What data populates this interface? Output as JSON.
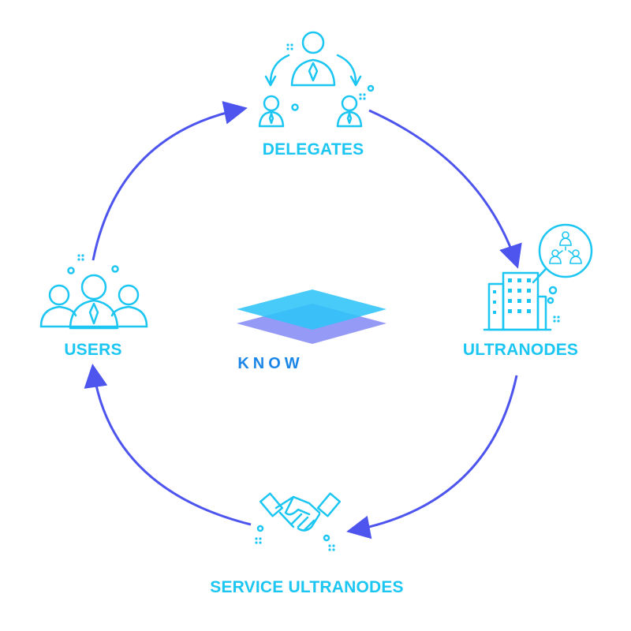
{
  "nodes": {
    "delegates": {
      "label": "DELEGATES",
      "icon": "delegation-icon"
    },
    "ultranodes": {
      "label": "ULTRANODES",
      "icon": "building-network-icon"
    },
    "service_ultranodes": {
      "label": "SERVICE ULTRANODES",
      "icon": "handshake-icon"
    },
    "users": {
      "label": "USERS",
      "icon": "users-group-icon"
    }
  },
  "center": {
    "brand": "KNOW",
    "icon": "know-layers-logo-icon"
  },
  "flow": [
    "delegates",
    "ultranodes",
    "service_ultranodes",
    "users"
  ],
  "colors": {
    "accent": "#1cc6f2",
    "arrow": "#4d55ee",
    "brand_text": "#1a86e8",
    "logo_top": "#2fc4f8",
    "logo_bottom": "#8a8ff5"
  }
}
